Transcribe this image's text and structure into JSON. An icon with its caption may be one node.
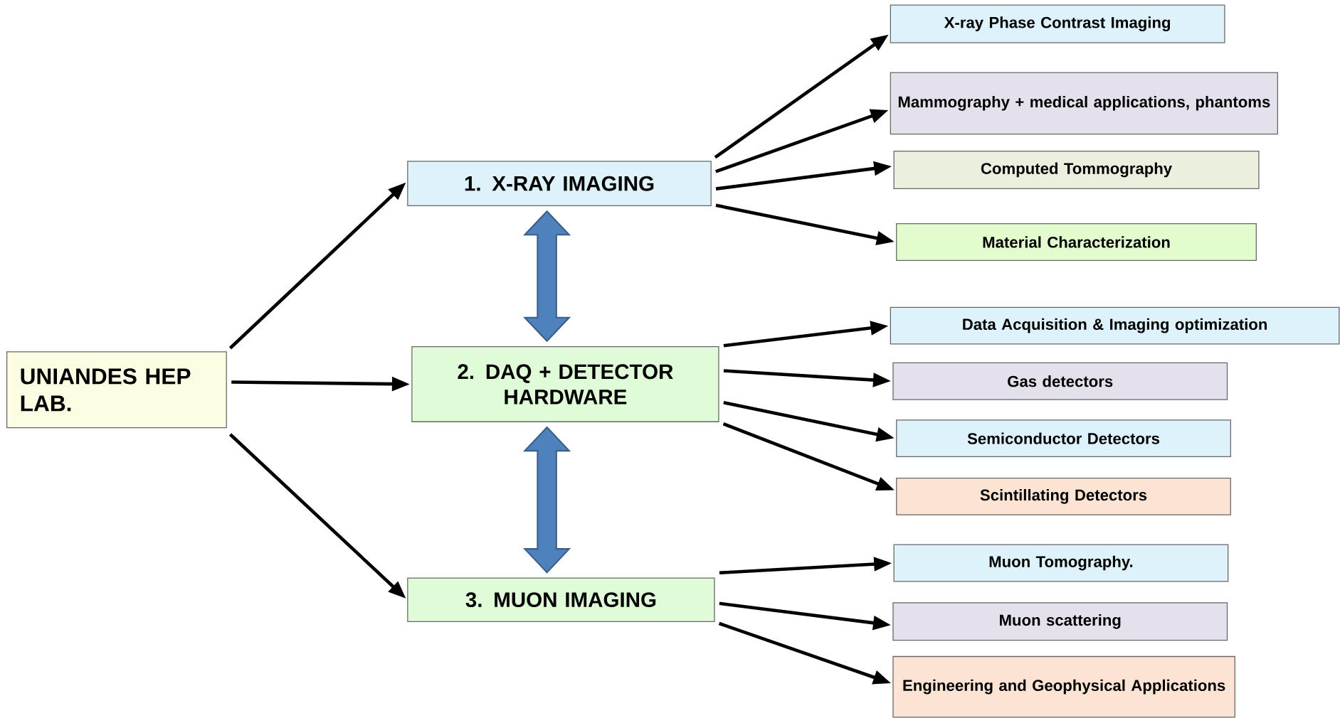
{
  "diagram": {
    "nodes": [
      {
        "text": [
          "UNIANDES HEP LAB."
        ]
      },
      {
        "text": [
          "1. X-RAY IMAGING"
        ]
      },
      {
        "text": [
          "2. DAQ + DETECTOR HARDWARE"
        ]
      },
      {
        "text": [
          "3. MUON IMAGING"
        ]
      },
      {
        "text": [
          "X-ray Phase Contrast Imaging"
        ]
      },
      {
        "text": [
          "Mammography + medical applications, phantoms"
        ]
      },
      {
        "text": [
          "Computed Tommography"
        ]
      },
      {
        "text": [
          "Material Characterization"
        ]
      },
      {
        "text": [
          "Data Acquisition & Imaging optimization"
        ]
      },
      {
        "text": [
          "Gas detectors"
        ]
      },
      {
        "text": [
          "Semiconductor Detectors"
        ]
      },
      {
        "text": [
          "Scintillating Detectors"
        ]
      },
      {
        "text": [
          "Muon Tomography."
        ]
      },
      {
        "text": [
          "Muon scattering"
        ]
      },
      {
        "text": [
          "Engineering and Geophysical Applications"
        ]
      }
    ],
    "edges": [
      {
        "from": 0,
        "to": 1,
        "arrow": "to"
      },
      {
        "from": 0,
        "to": 2,
        "arrow": "to"
      },
      {
        "from": 0,
        "to": 3,
        "arrow": "to"
      },
      {
        "from": 1,
        "to": 4,
        "arrow": "to"
      },
      {
        "from": 1,
        "to": 5,
        "arrow": "to"
      },
      {
        "from": 1,
        "to": 6,
        "arrow": "to"
      },
      {
        "from": 1,
        "to": 7,
        "arrow": "to"
      },
      {
        "from": 2,
        "to": 8,
        "arrow": "to"
      },
      {
        "from": 2,
        "to": 9,
        "arrow": "to"
      },
      {
        "from": 2,
        "to": 10,
        "arrow": "to"
      },
      {
        "from": 2,
        "to": 11,
        "arrow": "to"
      },
      {
        "from": 3,
        "to": 12,
        "arrow": "to"
      },
      {
        "from": 3,
        "to": 13,
        "arrow": "to"
      },
      {
        "from": 3,
        "to": 14,
        "arrow": "to"
      },
      {
        "from": 1,
        "to": 2,
        "arrow": "both",
        "style": "thick",
        "color": "#4f81bd"
      },
      {
        "from": 2,
        "to": 3,
        "arrow": "both",
        "style": "thick",
        "color": "#4f81bd"
      }
    ]
  }
}
